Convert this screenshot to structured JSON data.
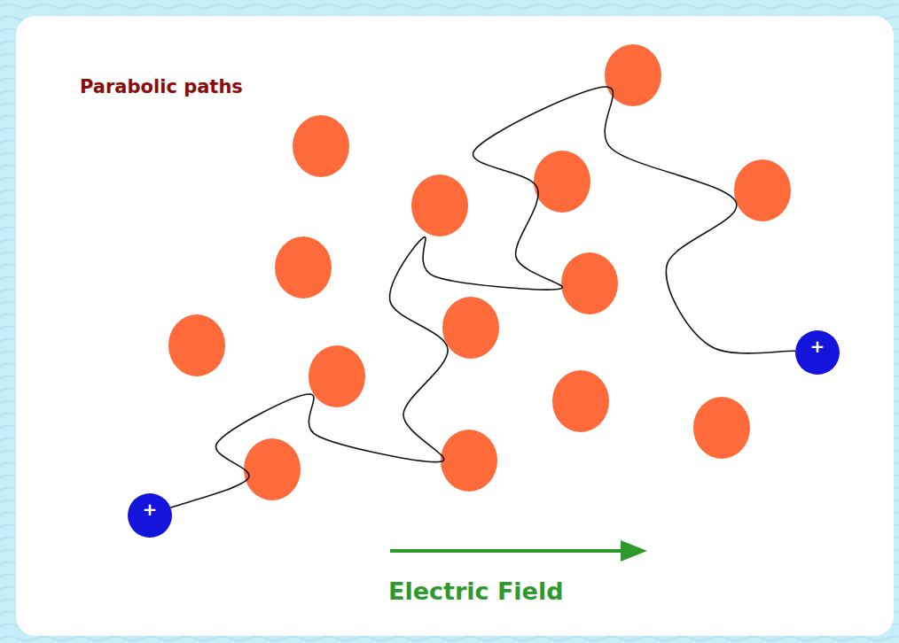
{
  "diagram": {
    "nodes": [
      {
        "text": [
          "+"
        ]
      },
      {
        "text": [
          "+"
        ]
      }
    ],
    "edges": [
      {
        "from": 0,
        "to": 1,
        "arrow": "none"
      }
    ],
    "labels": [
      "Parabolic paths",
      "Electric Field"
    ]
  }
}
